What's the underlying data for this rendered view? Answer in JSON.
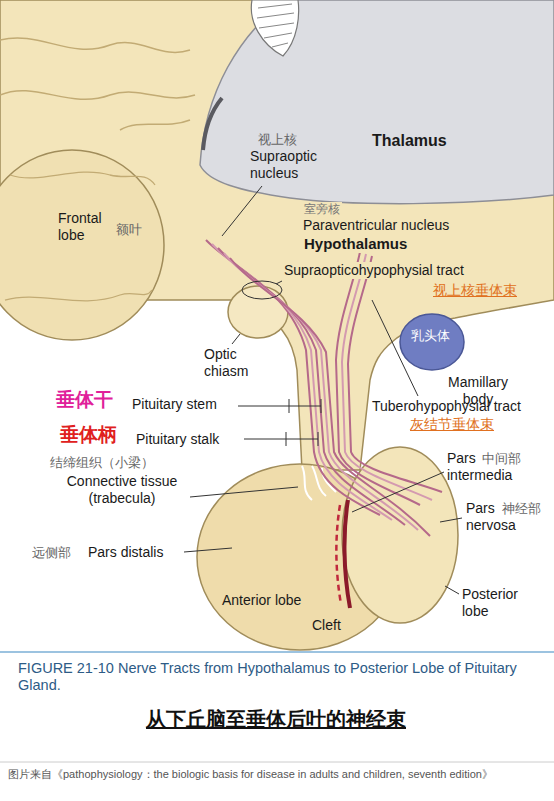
{
  "diagram": {
    "title": "从下丘脑至垂体后叶的神经束",
    "caption": "FIGURE 21-10 Nerve Tracts from Hypothalamus to Posterior Lobe of Pituitary Gland.",
    "labels": [
      "视上核",
      "Supraoptic nucleus",
      "Thalamus",
      "Frontal lobe",
      "额叶",
      "室旁核",
      "Paraventricular nucleus",
      "Hypothalamus",
      "Supraopticohypophysial tract",
      "视上核垂体束",
      "乳头体",
      "Optic chiasm",
      "Mamillary body",
      "垂体干",
      "Pituitary stem",
      "Tuberohypophysial tract",
      "灰结节垂体束",
      "垂体柄",
      "Pituitary stalk",
      "结缔组织（小梁）",
      "Pars intermedia",
      "中间部",
      "Connective tissue (trabecula)",
      "Pars nervosa",
      "神经部",
      "远侧部",
      "Pars distalis",
      "Anterior lobe",
      "Cleft",
      "Posterior lobe",
      "图片来自《pathophysiology：the biologic basis for disease in adults and children, seventh edition》"
    ]
  }
}
